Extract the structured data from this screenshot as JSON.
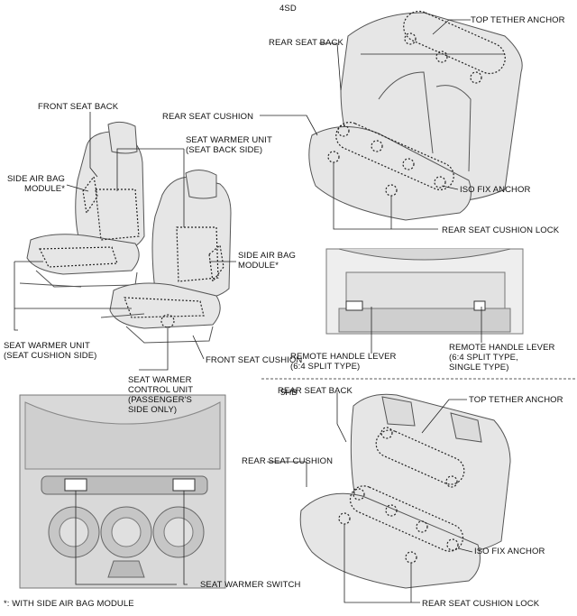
{
  "section_4sd": "4SD",
  "section_5hb": "5HB",
  "front": {
    "front_seat_back": "FRONT SEAT BACK",
    "side_air_bag_module_left": "SIDE AIR BAG\nMODULE*",
    "seat_warmer_unit_back": "SEAT WARMER UNIT\n(SEAT BACK SIDE)",
    "side_air_bag_module_right": "SIDE AIR BAG\nMODULE*",
    "seat_warmer_unit_cushion": "SEAT WARMER UNIT\n(SEAT CUSHION SIDE)",
    "front_seat_cushion": "FRONT SEAT CUSHION",
    "seat_warmer_control_unit": "SEAT WARMER\nCONTROL UNIT\n(PASSENGER'S\nSIDE ONLY)"
  },
  "rear_4sd": {
    "top_tether_anchor": "TOP TETHER ANCHOR",
    "rear_seat_back": "REAR SEAT BACK",
    "rear_seat_cushion": "REAR SEAT CUSHION",
    "iso_fix_anchor": "ISO FIX ANCHOR",
    "rear_seat_cushion_lock": "REAR SEAT CUSHION LOCK"
  },
  "trunk": {
    "remote_handle_lever_left": "REMOTE HANDLE LEVER\n(6:4 SPLIT TYPE)",
    "remote_handle_lever_right": "REMOTE HANDLE LEVER\n(6:4 SPLIT TYPE,\nSINGLE TYPE)"
  },
  "rear_5hb": {
    "rear_seat_back": "REAR SEAT BACK",
    "top_tether_anchor": "TOP TETHER ANCHOR",
    "rear_seat_cushion": "REAR SEAT CUSHION",
    "iso_fix_anchor": "ISO FIX ANCHOR",
    "rear_seat_cushion_lock": "REAR SEAT CUSHION LOCK"
  },
  "switch": {
    "seat_warmer_switch": "SEAT WARMER SWITCH"
  },
  "footnote": "*: WITH SIDE AIR BAG MODULE"
}
